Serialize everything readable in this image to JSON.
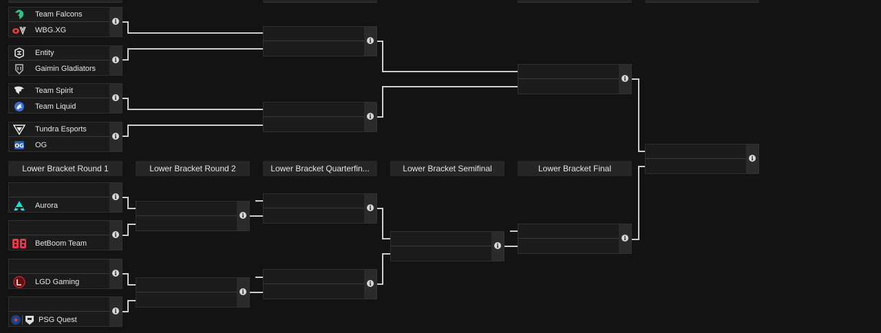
{
  "round_headers": [
    "Lower Bracket Round 1",
    "Lower Bracket Round 2",
    "Lower Bracket Quarterfin...",
    "Lower Bracket Semifinal",
    "Lower Bracket Final"
  ],
  "info_glyph": "i",
  "upper_round1": [
    {
      "team1": "Team Falcons",
      "logo1": "falcon-logo-icon",
      "team2": "WBG.XG",
      "logo2": "wbg-xg-logo-icon"
    },
    {
      "team1": "Entity",
      "logo1": "entity-logo-icon",
      "team2": "Gaimin Gladiators",
      "logo2": "gaimin-gladiators-logo-icon"
    },
    {
      "team1": "Team Spirit",
      "logo1": "spirit-dragon-logo-icon",
      "team2": "Team Liquid",
      "logo2": "liquid-horse-logo-icon"
    },
    {
      "team1": "Tundra Esports",
      "logo1": "tundra-logo-icon",
      "team2": "OG",
      "logo2": "og-logo-icon"
    }
  ],
  "lower_round1": [
    {
      "team1": "",
      "team2": "Aurora",
      "logo2": "aurora-logo-icon"
    },
    {
      "team1": "",
      "team2": "BetBoom Team",
      "logo2": "betboom-logo-icon"
    },
    {
      "team1": "",
      "team2": "LGD Gaming",
      "logo2": "lgd-logo-icon"
    },
    {
      "team1": "",
      "team2": "PSG Quest",
      "logo2": "psg-quest-logo-icon"
    }
  ],
  "colors": {
    "background": "#131313",
    "match_bg": "#1b1b1b",
    "info_column": "#2b2b2b",
    "header_bg": "#262626",
    "connector": "#cfcfcf",
    "falcons_green": "#35c08a",
    "wbg_red": "#e23b3b",
    "liquid_blue": "#3a6fd8",
    "aurora_cyan": "#1ee0d0",
    "betboom_red": "#e8374b",
    "lgd_red": "#c8202c"
  }
}
